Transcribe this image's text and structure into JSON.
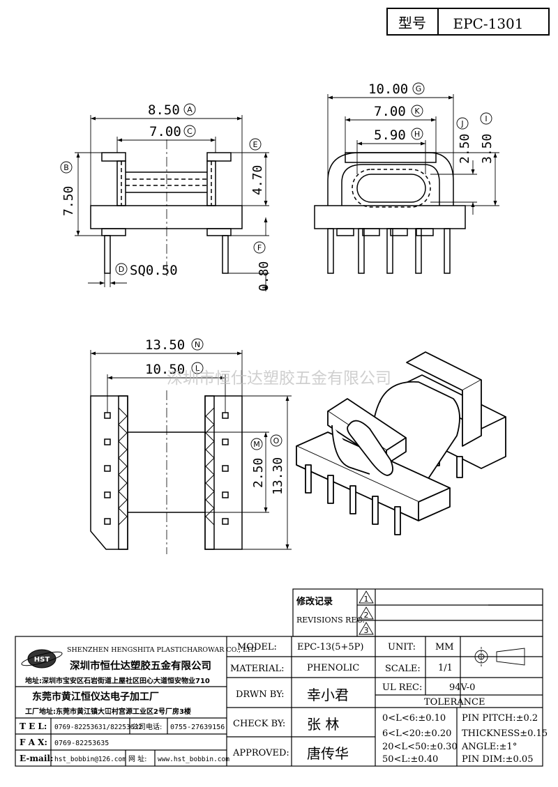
{
  "header": {
    "type_label": "型号",
    "model": "EPC-1301"
  },
  "watermark": "深圳市恒仕达塑胶五金有限公司",
  "dimensions": {
    "a": "8.50",
    "a_tag": "A",
    "c": "7.00",
    "c_tag": "C",
    "b": "7.50",
    "b_tag": "B",
    "e": "4.70",
    "e_tag": "E",
    "f": "0.80",
    "f_tag": "F",
    "d": "SQ0.50",
    "d_tag": "D",
    "g": "10.00",
    "g_tag": "G",
    "k": "7.00",
    "k_tag": "K",
    "h": "5.90",
    "h_tag": "H",
    "j": "2.50",
    "j_tag": "J",
    "i": "3.50",
    "i_tag": "I",
    "n": "13.50",
    "n_tag": "N",
    "l": "10.50",
    "l_tag": "L",
    "m": "2.50",
    "m_tag": "M",
    "o": "13.30",
    "o_tag": "O"
  },
  "revisions": {
    "label_cn": "修改记录",
    "label_en": "REVISIONS REC.",
    "marks": [
      "1",
      "2",
      "3"
    ]
  },
  "company": {
    "logo": "HST",
    "name_en": "SHENZHEN HENGSHITA PLASTICHAROWAR CO., LTD",
    "name_cn": "深圳市恒仕达塑胶五金有限公司",
    "address": "地址:深圳市宝安区石岩街道上屋社区田心大道恒安物业710",
    "factory": "东莞市黄江恒仪达电子加工厂",
    "factory_address": "工厂地址:东莞市黄江镇大冚村宫源工业区2号厂房3楼",
    "tel_label": "T E L:",
    "tel": "0769-82253631/82253632",
    "phone_label": "公司电话:",
    "phone": "0755-27639156",
    "fax_label": "F A X:",
    "fax": "0769-82253635",
    "email_label": "E-mail:",
    "email": "hst_bobbin@126.com",
    "web_label": "网 址:",
    "web": "www.hst_bobbin.com"
  },
  "fields": {
    "model_label": "MODEL:",
    "model": "EPC-13(5+5P)",
    "material_label": "MATERIAL:",
    "material": "PHENOLIC",
    "drawn_label": "DRWN BY:",
    "drawn": "幸小君",
    "check_label": "CHECK BY:",
    "check": "张 林",
    "approved_label": "APPROVED:",
    "approved": "唐传华",
    "unit_label": "UNIT:",
    "unit": "MM",
    "scale_label": "SCALE:",
    "scale": "1/1",
    "ul_label": "UL REC:",
    "ul": "94V-0",
    "tolerance_label": "TOLERANCE"
  },
  "tolerances": {
    "t1": "0<L<6:±0.10",
    "t2": "6<L<20:±0.20",
    "t3": "20<L<50:±0.30",
    "t4": "50<L:±0.40",
    "p1": "PIN PITCH:±0.2",
    "p2": "THICKNESS±0.15",
    "p3": "ANGLE:±1°",
    "p4": "PIN DIM:±0.05"
  }
}
